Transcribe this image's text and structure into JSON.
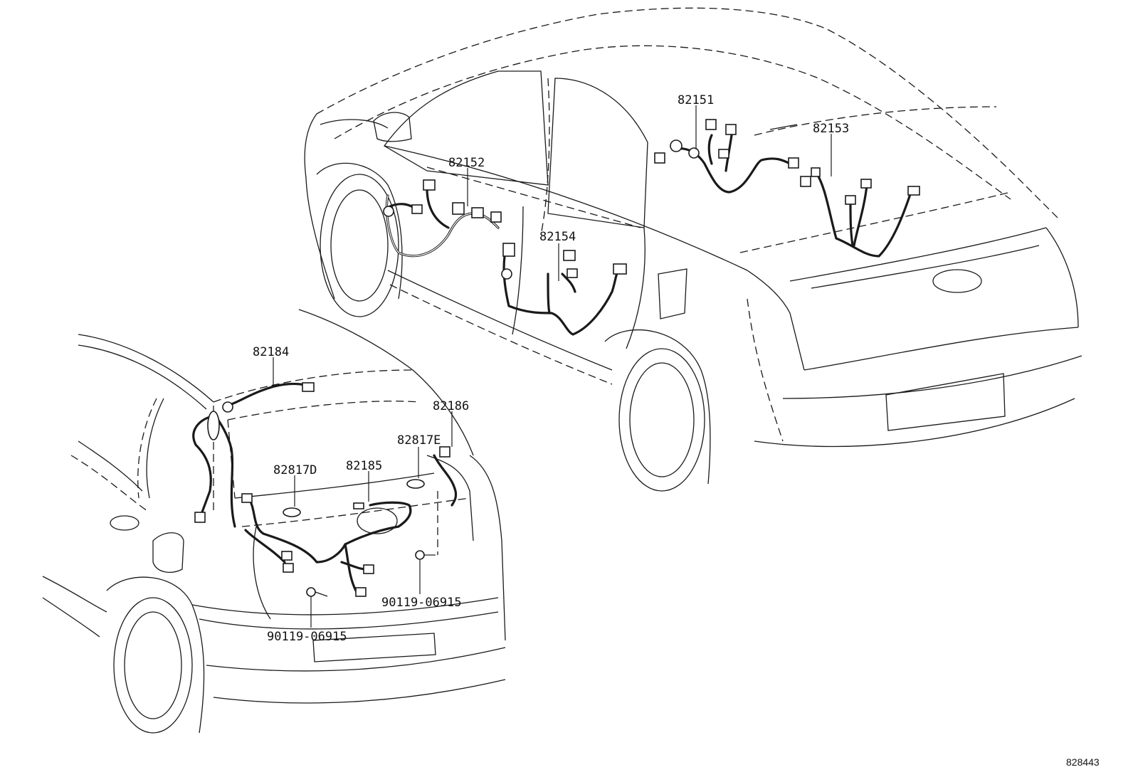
{
  "parts": {
    "p82151": "82151",
    "p82152": "82152",
    "p82153": "82153",
    "p82154": "82154",
    "p82184": "82184",
    "p82186": "82186",
    "p82817E": "82817E",
    "p82817D": "82817D",
    "p82185": "82185",
    "bolt_right": "90119-06915",
    "bolt_left": "90119-06915"
  },
  "figure_ref": "828443"
}
